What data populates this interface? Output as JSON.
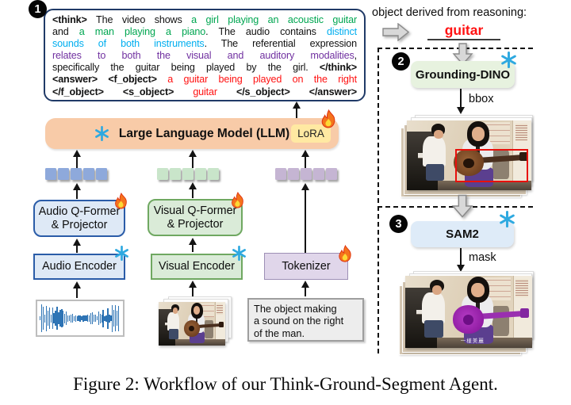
{
  "figure": {
    "caption": "Figure 2: Workflow of our Think-Ground-Segment Agent."
  },
  "badges": {
    "one": "1",
    "two": "2",
    "three": "3"
  },
  "think_box": {
    "lines": [
      [
        {
          "t": "<think>",
          "b": 1
        },
        {
          "t": " The video shows "
        },
        {
          "t": "a girl playing an acoustic guitar",
          "c": "green"
        }
      ],
      [
        {
          "t": "and "
        },
        {
          "t": "a man playing a piano",
          "c": "green"
        },
        {
          "t": ". The audio contains "
        },
        {
          "t": "distinct",
          "c": "cyan"
        }
      ],
      [
        {
          "t": "sounds of both instruments",
          "c": "cyan"
        },
        {
          "t": ". The referential expression"
        }
      ],
      [
        {
          "t": "relates to both the visual and auditory modalities",
          "c": "purple"
        },
        {
          "t": ","
        }
      ],
      [
        {
          "t": "specifically the guitar being played by the girl. "
        },
        {
          "t": "</think>",
          "b": 1
        }
      ],
      [
        {
          "t": "<answer>",
          "b": 1
        },
        {
          "t": "  "
        },
        {
          "t": "<f_object>",
          "b": 1
        },
        {
          "t": " "
        },
        {
          "t": "a guitar being played on the right",
          "c": "red"
        }
      ],
      [
        {
          "t": "</f_object>",
          "b": 1
        },
        {
          "t": " "
        },
        {
          "t": "<s_object>",
          "b": 1
        },
        {
          "t": " "
        },
        {
          "t": "guitar",
          "c": "red"
        },
        {
          "t": " "
        },
        {
          "t": "</s_object>",
          "b": 1
        },
        {
          "t": " "
        },
        {
          "t": "</answer>",
          "b": 1
        }
      ]
    ]
  },
  "llm": {
    "label": "Large Language Model (LLM)",
    "lora_label": "LoRA"
  },
  "modules": {
    "audio_qformer_lines": [
      "Audio Q-Former",
      "& Projector"
    ],
    "visual_qformer_lines": [
      "Visual Q-Former",
      "& Projector"
    ],
    "audio_encoder": "Audio Encoder",
    "visual_encoder": "Visual Encoder",
    "tokenizer": "Tokenizer"
  },
  "prompt_box": {
    "lines": [
      "The object making",
      "a sound on the right",
      "of the man."
    ]
  },
  "right_panel": {
    "derived_label": "object derived from reasoning:",
    "derived_object": "guitar",
    "grounding_dino_label": "Grounding-DINO",
    "sam2_label": "SAM2",
    "bbox_label": "bbox",
    "mask_label": "mask",
    "mask_frame_watermark": "一樣美麗"
  },
  "colors": {
    "think_border": "#203A67",
    "llm_fill": "#F8CBA8",
    "lora_fill": "#FFE9A2",
    "tok_audio": "#8EA9DB",
    "tok_visual": "#C9E5CA",
    "tok_text": "#C5B5D3",
    "audio_fill": "#DEE9F6",
    "audio_border": "#2A5CA8",
    "visual_fill": "#DAEBD8",
    "visual_border": "#6FA861",
    "text_fill": "#E0D6EA",
    "text_border": "#9D8FB5",
    "gdino_fill": "#E7F2DF",
    "sam2_fill": "#DEEBF8",
    "green": "#00A651",
    "cyan": "#00AEEF",
    "purple": "#7030A0",
    "red": "#FF1111",
    "bbox_red": "#E8100C",
    "waveform_blue": "#2E74B5"
  }
}
